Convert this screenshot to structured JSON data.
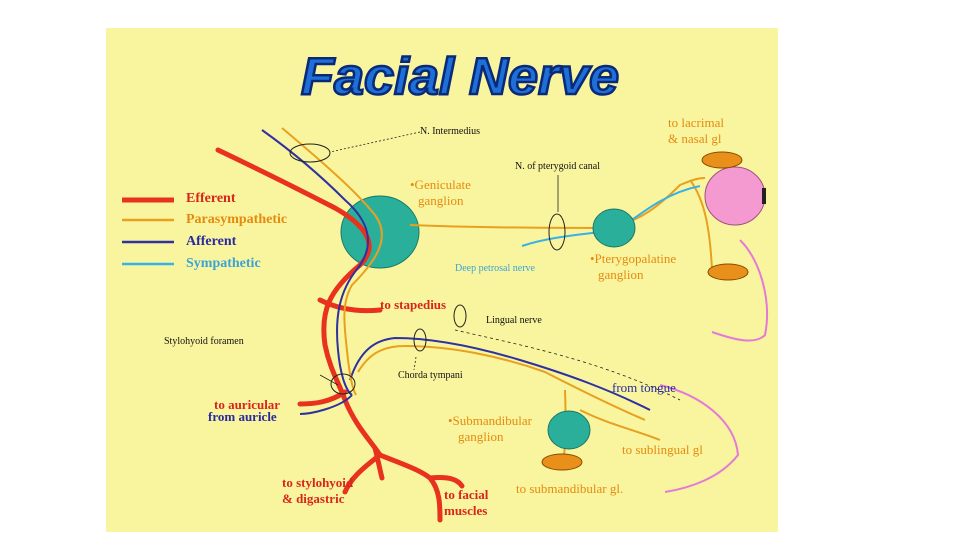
{
  "title": "Facial Nerve",
  "colors": {
    "background": "#f9f59e",
    "efferent": "#e8321e",
    "parasympathetic": "#e8a020",
    "afferent": "#3030a0",
    "sympathetic": "#38b0e8",
    "ganglion": "#2ab09a",
    "gland": "#e8901a",
    "eye": "#f49ad0",
    "pink_line": "#e47ad8",
    "title_fill": "#1f6fd8"
  },
  "legend": [
    {
      "label": "Efferent"
    },
    {
      "label": "Parasympathetic"
    },
    {
      "label": "Afferent"
    },
    {
      "label": "Sympathetic"
    }
  ],
  "labels": {
    "n_intermedius": "N.  Intermedius",
    "to_lacrimal_1": "to lacrimal",
    "to_lacrimal_2": "& nasal gl",
    "n_pterygoid_canal": "N. of pterygoid canal",
    "geniculate_1": "•Geniculate",
    "geniculate_2": "ganglion",
    "deep_petrosal": "Deep petrosal nerve",
    "pterygopalatine_1": "•Pterygopalatine",
    "pterygopalatine_2": "ganglion",
    "to_stapedius": "to stapedius",
    "lingual_nerve": "Lingual nerve",
    "stylohyoid_foramen": "Stylohyoid foramen",
    "chorda_tympani": "Chorda tympani",
    "from_tongue": "from tongue",
    "to_auricular": "to auricular",
    "from_auricle": "from auricle",
    "submandibular_1": "•Submandibular",
    "submandibular_2": "ganglion",
    "to_sublingual": "to  sublingual  gl",
    "to_stylohyoid": "to stylohyoid",
    "digastric": "& digastric",
    "to_facial": "to facial",
    "muscles": "muscles",
    "to_submandibular": "to  submandibular gl."
  }
}
